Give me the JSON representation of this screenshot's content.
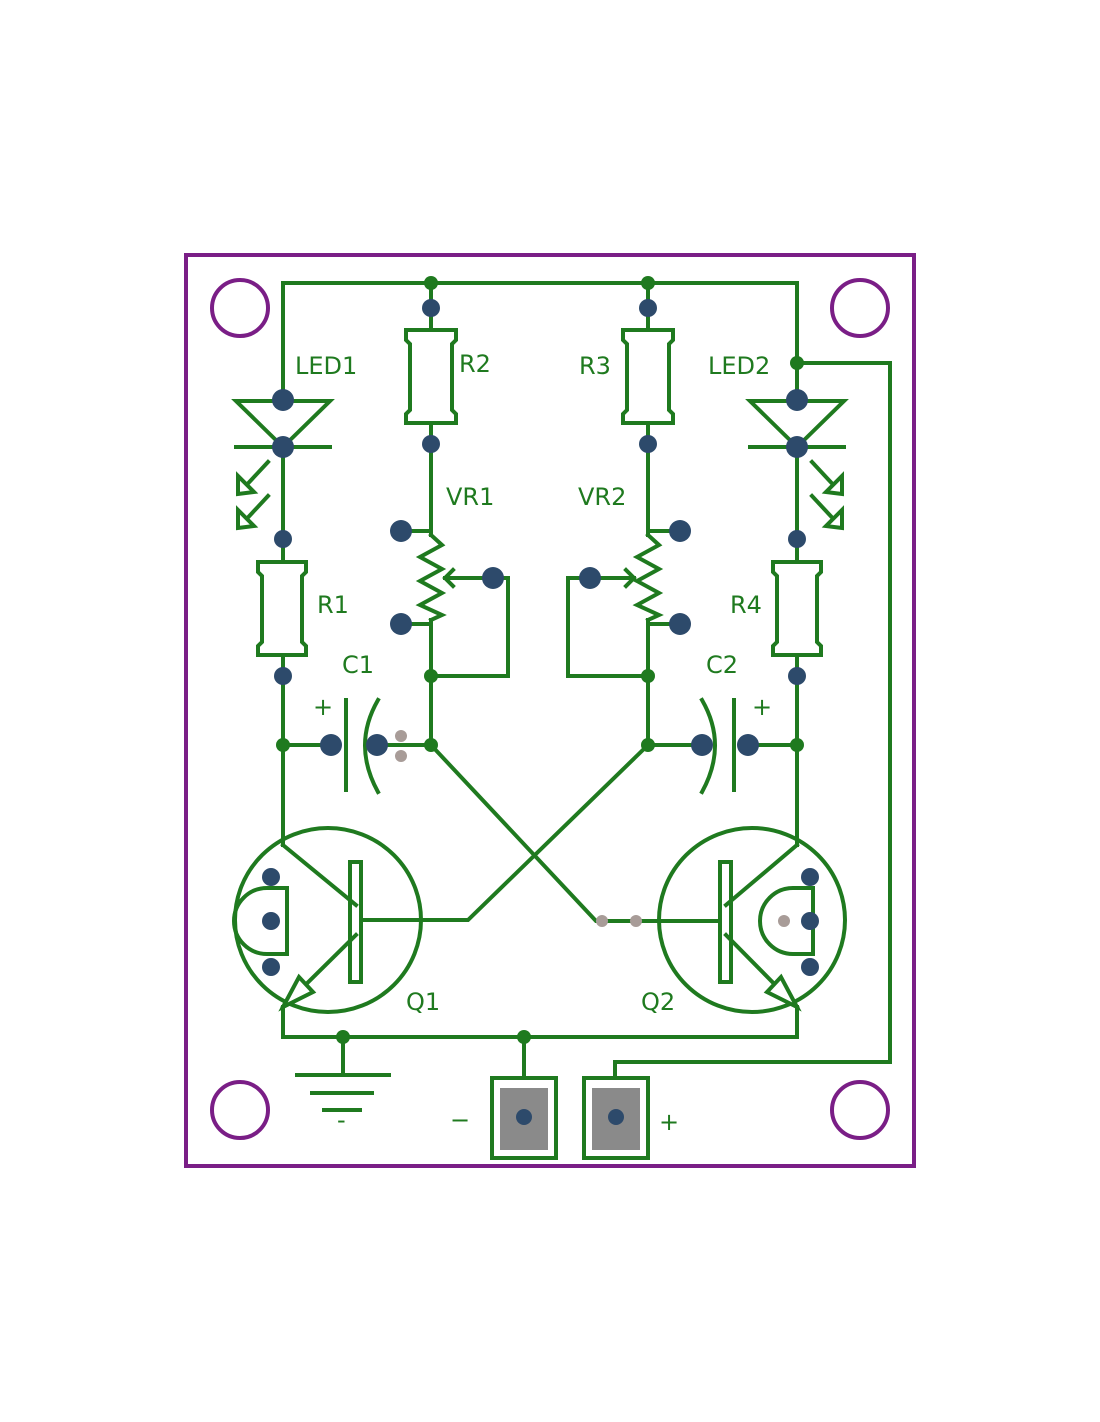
{
  "title": "Astable multivibrator PCB layout",
  "labels": {
    "led1": "LED1",
    "led2": "LED2",
    "r1": "R1",
    "r2": "R2",
    "r3": "R3",
    "r4": "R4",
    "vr1": "VR1",
    "vr2": "VR2",
    "c1": "C1",
    "c2": "C2",
    "c1_plus": "+",
    "c2_plus": "+",
    "q1": "Q1",
    "q2": "Q2",
    "neg_terminal": "−",
    "pos_terminal": "+",
    "ground_mark": "-"
  },
  "colors": {
    "trace": "#1f7a1f",
    "board_outline": "#7a1e86",
    "pad": "#2d4a6b",
    "terminal_fill": "#8a8a8a"
  }
}
